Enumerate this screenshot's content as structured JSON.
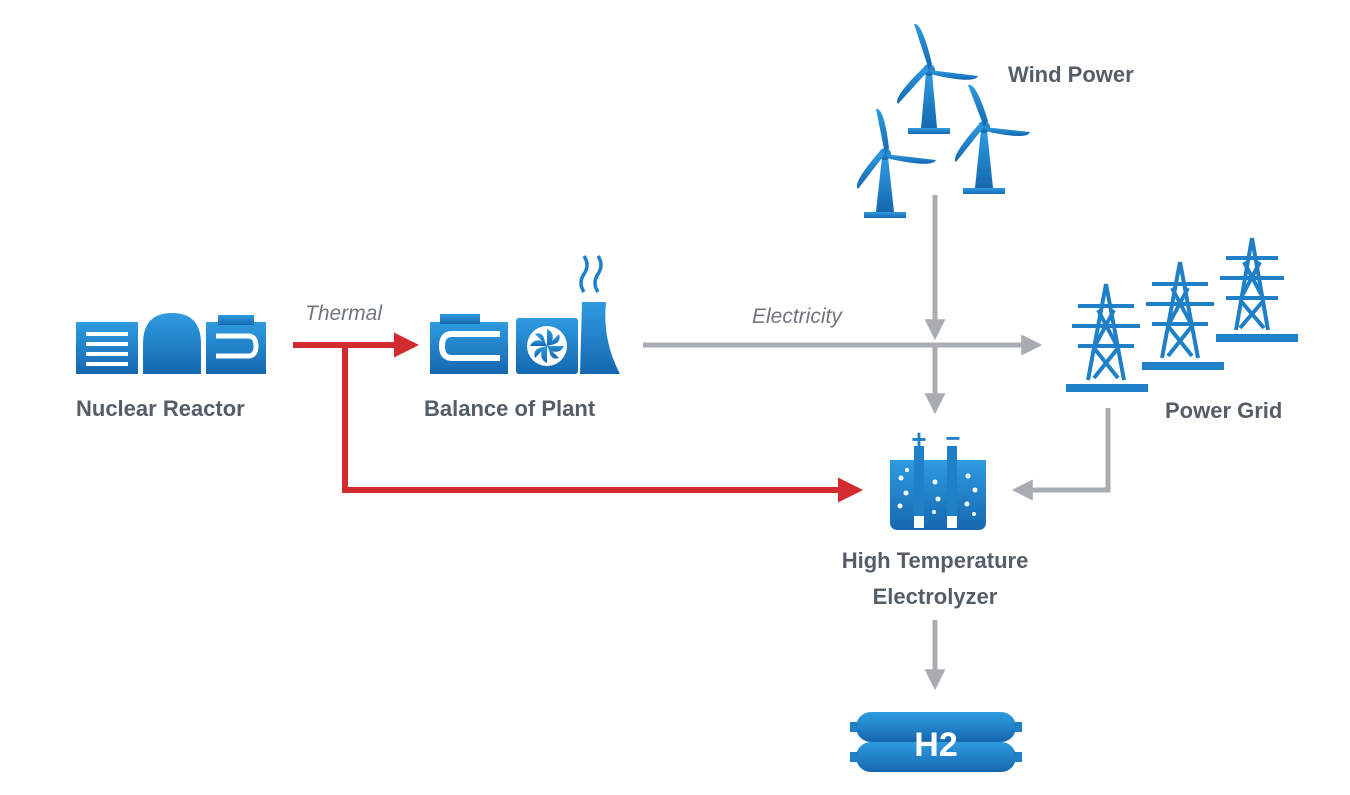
{
  "nodes": {
    "nuclear_reactor": "Nuclear Reactor",
    "balance_of_plant": "Balance of Plant",
    "wind_power": "Wind Power",
    "power_grid": "Power Grid",
    "electrolyzer_line1": "High Temperature",
    "electrolyzer_line2": "Electrolyzer",
    "hydrogen": "H2"
  },
  "flows": {
    "thermal": "Thermal",
    "electricity": "Electricity"
  },
  "electrolyzer_terminals": {
    "plus": "+",
    "minus": "−"
  },
  "colors": {
    "icon_blue": "#1f7fc7",
    "thermal_red": "#d12a2f",
    "electric_gray": "#a9adb1",
    "label_gray": "#555d66"
  }
}
